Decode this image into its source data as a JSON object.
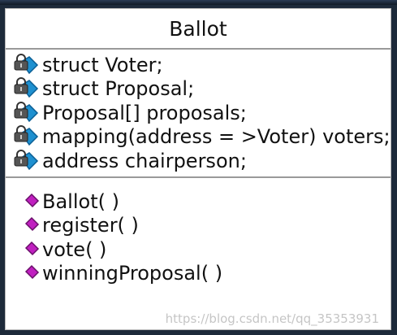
{
  "class": {
    "name": "Ballot",
    "attributes": [
      {
        "text": "struct Voter;",
        "icon": "private-attribute-lock-icon"
      },
      {
        "text": "struct Proposal;",
        "icon": "private-attribute-lock-icon"
      },
      {
        "text": "Proposal[] proposals;",
        "icon": "private-attribute-lock-icon"
      },
      {
        "text": "mapping(address = >Voter) voters;",
        "icon": "private-attribute-lock-icon"
      },
      {
        "text": "address chairperson;",
        "icon": "private-attribute-lock-icon"
      }
    ],
    "operations": [
      {
        "text": "Ballot( )",
        "icon": "public-operation-diamond-icon"
      },
      {
        "text": "register( )",
        "icon": "public-operation-diamond-icon"
      },
      {
        "text": "vote( )",
        "icon": "public-operation-diamond-icon"
      },
      {
        "text": "winningProposal( )",
        "icon": "public-operation-diamond-icon"
      }
    ]
  },
  "watermark": "https://blog.csdn.net/qq_35353931",
  "colors": {
    "attribute_icon": "#1e90d0",
    "lock": "#444444",
    "operation_icon": "#c020c0",
    "frame": "#1d2a3a"
  }
}
